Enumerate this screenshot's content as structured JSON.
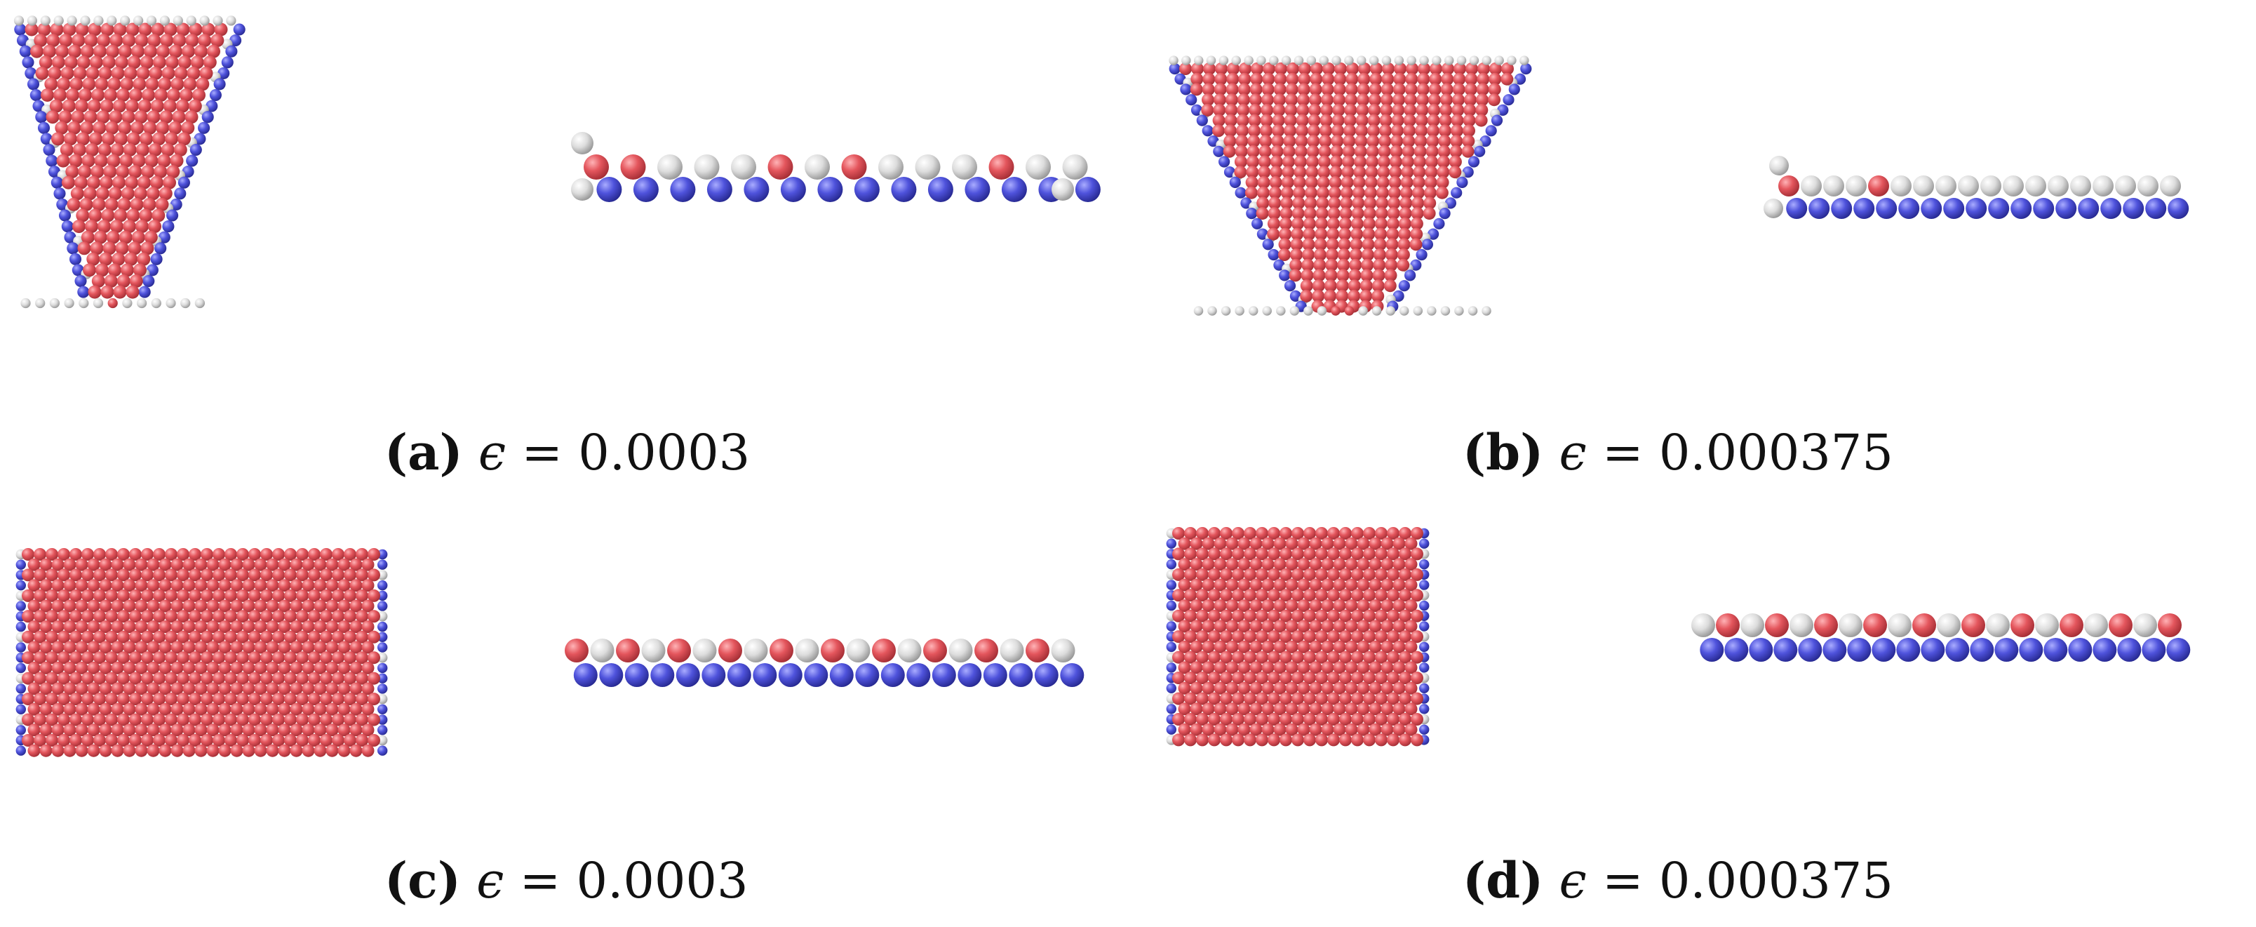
{
  "panels": [
    {
      "label": "(a)",
      "symbol": "ϵ",
      "equals": "=",
      "value": "0.0003"
    },
    {
      "label": "(b)",
      "symbol": "ϵ",
      "equals": "=",
      "value": "0.000375"
    },
    {
      "label": "(c)",
      "symbol": "ϵ",
      "equals": "=",
      "value": "0.0003"
    },
    {
      "label": "(d)",
      "symbol": "ϵ",
      "equals": "=",
      "value": "0.000375"
    }
  ],
  "colors": {
    "red_atom": "#e2545b",
    "white_atom": "#d9d9d9",
    "blue_atom": "#4b4fd8",
    "background": "#ffffff"
  }
}
